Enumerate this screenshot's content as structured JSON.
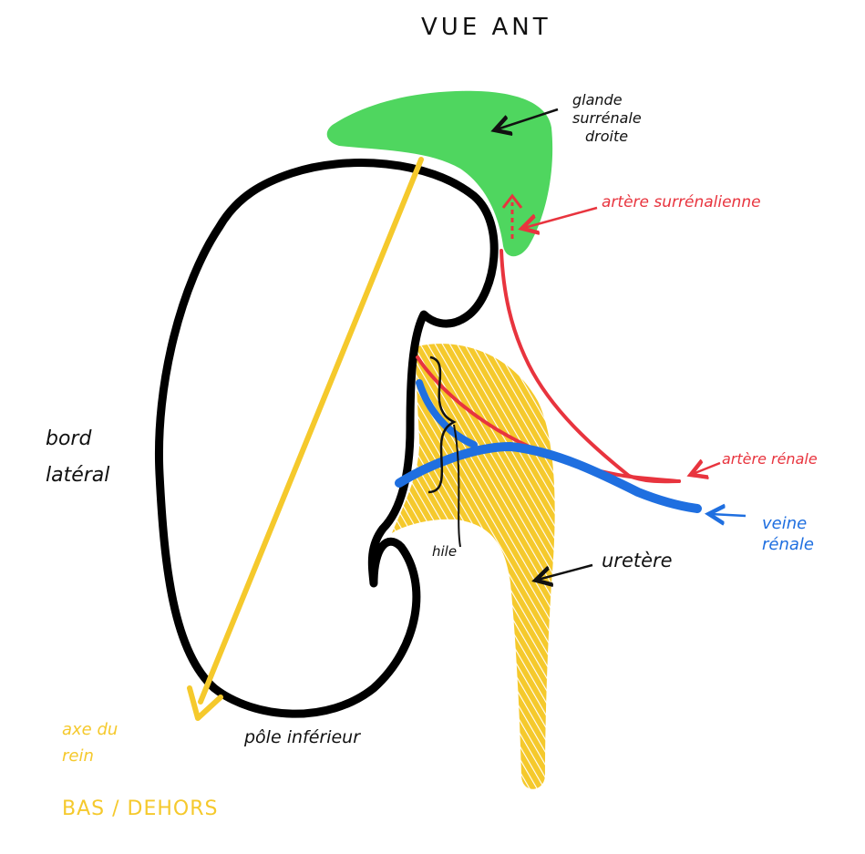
{
  "title": "VUE ANT",
  "labels": {
    "glande": [
      "glande",
      "surrénale",
      "droite"
    ],
    "artere_surrenale": "artère surrénalienne",
    "artere_renale": "artère rénale",
    "veine_renale": [
      "veine",
      "rénale"
    ],
    "bord_lateral": [
      "bord",
      "latéral"
    ],
    "hile": "hile",
    "uretere": "uretère",
    "pole_inferieur": "pôle inférieur",
    "axe": [
      "axe du",
      "rein"
    ],
    "bas_dehors": "BAS / DEHORS"
  },
  "colors": {
    "kidney_outline": "#000000",
    "adrenal": "#4fd65f",
    "artery": "#e8343e",
    "vein": "#1f6fe0",
    "ureter": "#f5c92c",
    "axis": "#f5c92c"
  }
}
